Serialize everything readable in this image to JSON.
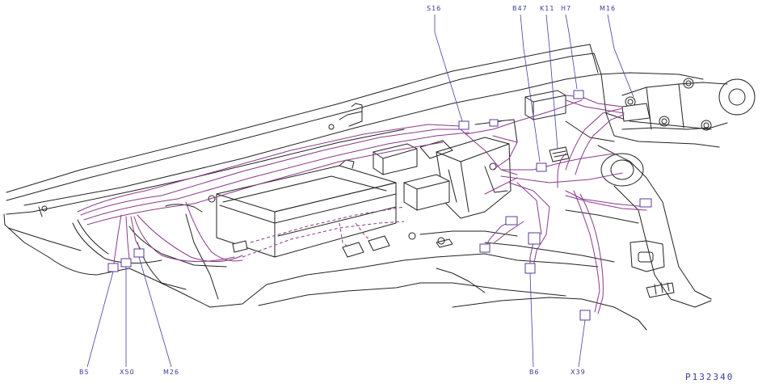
{
  "labels": {
    "S16": "S16",
    "B47": "B47",
    "K11": "K11",
    "H7": "H7",
    "M16": "M16",
    "B5": "B5",
    "X50": "X50",
    "M26": "M26",
    "B6": "B6",
    "X39": "X39"
  },
  "reference": "P132340",
  "colors": {
    "line": "#222222",
    "wire": "#8a3a8a",
    "label": "#3a3aa0"
  }
}
